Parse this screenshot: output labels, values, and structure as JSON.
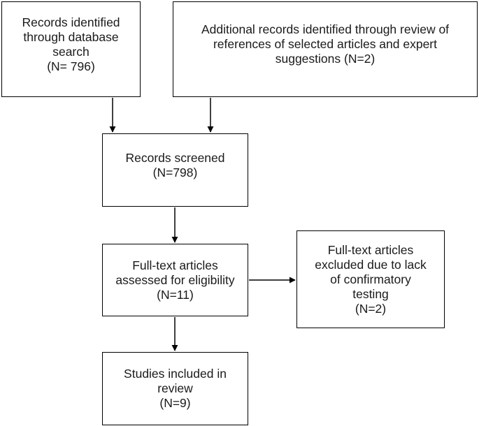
{
  "flowchart": {
    "records_database": {
      "text": "Records identified\nthrough database\nsearch\n(N= 796)"
    },
    "additional_records": {
      "text": "Additional records identified through review of\nreferences of selected articles and expert\nsuggestions (N=2)"
    },
    "records_screened": {
      "text": "Records screened\n(N=798)"
    },
    "fulltext_assessed": {
      "text": "Full-text articles\nassessed for eligibility\n(N=11)"
    },
    "fulltext_excluded": {
      "text": "Full-text articles\nexcluded due to lack\nof confirmatory\ntesting\n(N=2)"
    },
    "studies_included": {
      "text": "Studies included in\nreview\n(N=9)"
    }
  }
}
